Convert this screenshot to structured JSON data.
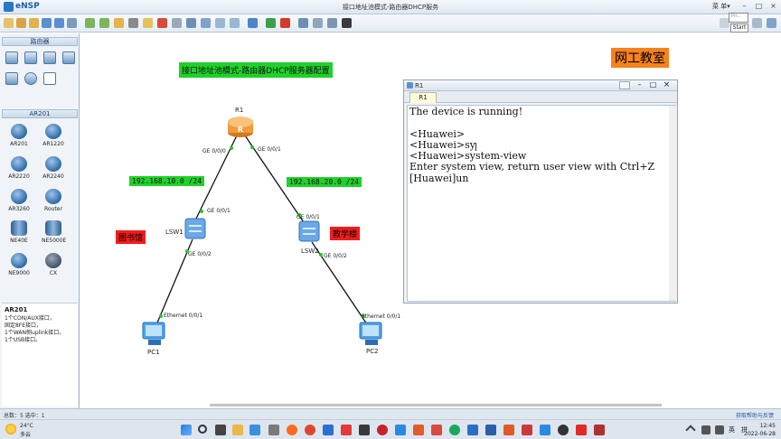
{
  "app": {
    "name": "eNSP",
    "window_title": "接口地址池模式-路由器DHCP服务",
    "menu_label": "菜 单▾",
    "min_label": "–",
    "max_label": "□",
    "close_label": "×"
  },
  "toolbar": {
    "tooltip_box": "Pri...",
    "tooltip_start": "Start"
  },
  "left_panel": {
    "category_header": "路由器",
    "model_header": "AR201",
    "devices": [
      {
        "label": "AR201"
      },
      {
        "label": "AR1220"
      },
      {
        "label": "AR2220"
      },
      {
        "label": "AR2240"
      },
      {
        "label": "AR3260"
      },
      {
        "label": "Router"
      },
      {
        "label": "NE40E"
      },
      {
        "label": "NE5000E"
      },
      {
        "label": "NE9000"
      },
      {
        "label": "CX"
      }
    ],
    "description": {
      "title": "AR201",
      "text": "1个CON/AUX接口，\n固定8FE接口，\n1个WAN侧uplink接口，\n1个USB接口。"
    }
  },
  "topology": {
    "title": "接口地址池模式-路由器DHCP服务器配置",
    "brand": "网工教室",
    "net_left": "192.168.10.0 /24",
    "net_right": "192.168.20.0 /24",
    "label_library": "图书馆",
    "label_teaching": "教学楼",
    "nodes": {
      "r1": "R1",
      "lsw1": "LSW1",
      "lsw2": "LSW2",
      "pc1": "PC1",
      "pc2": "PC2"
    },
    "ports": {
      "r1_left": "GE 0/0/0",
      "r1_right": "GE 0/0/1",
      "lsw1_up": "GE 0/0/1",
      "lsw1_down": "GE 0/0/2",
      "lsw2_up": "GE 0/0/1",
      "lsw2_down": "GE 0/0/2",
      "pc1_port": "Ethernet 0/0/1",
      "pc2_port": "Ethernet 0/0/1"
    },
    "colors": {
      "net_label_bg": "#1fd12a",
      "zone_label_bg": "#f21c1c",
      "brand_bg": "#f7821d",
      "router": "#f39a3a",
      "switch": "#6aa8e8"
    }
  },
  "terminal": {
    "title": "R1",
    "tab": "R1",
    "lines": "The device is running!\n\n<Huawei>\n<Huawei>sy\n<Huawei>system-view\nEnter system view, return user view with Ctrl+Z\n[Huawei]un"
  },
  "statusbar": {
    "left": "总数：5  选中：1",
    "right": "获取帮助与反馈"
  },
  "taskbar": {
    "weather_temp": "24°C",
    "weather_desc": "多云",
    "lang": "英",
    "input_method": "拼",
    "time": "12:45",
    "date": "2022-06-28"
  }
}
